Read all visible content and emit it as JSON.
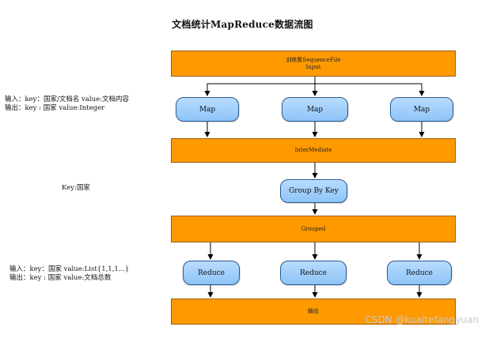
{
  "title": "文档统计MapReduce数据流图",
  "input_bar": {
    "line1": "训练集SequenceFile",
    "line2": "Input"
  },
  "map_nodes": [
    "Map",
    "Map",
    "Map"
  ],
  "intermediate_bar": "InterMediate",
  "group_node": "Group By Key",
  "grouped_bar": "Grouped",
  "reduce_nodes": [
    "Reduce",
    "Reduce",
    "Reduce"
  ],
  "output_bar": "输出",
  "notes": {
    "map_input": "输入：key：国家/文档名 value:文档内容",
    "map_output": "输出：key : 国家 value:Integer",
    "group_key": "Key:国家",
    "reduce_input": "输入：key：国家 value:List{1,1,1...}",
    "reduce_output": "输出：key : 国家 value:文档总数"
  },
  "watermark": "CSDN @kuaitefangyuan",
  "colors": {
    "bar_fill": "#ff9900",
    "node_fill": "#a9d3fb",
    "node_border": "#2a5a8c"
  }
}
